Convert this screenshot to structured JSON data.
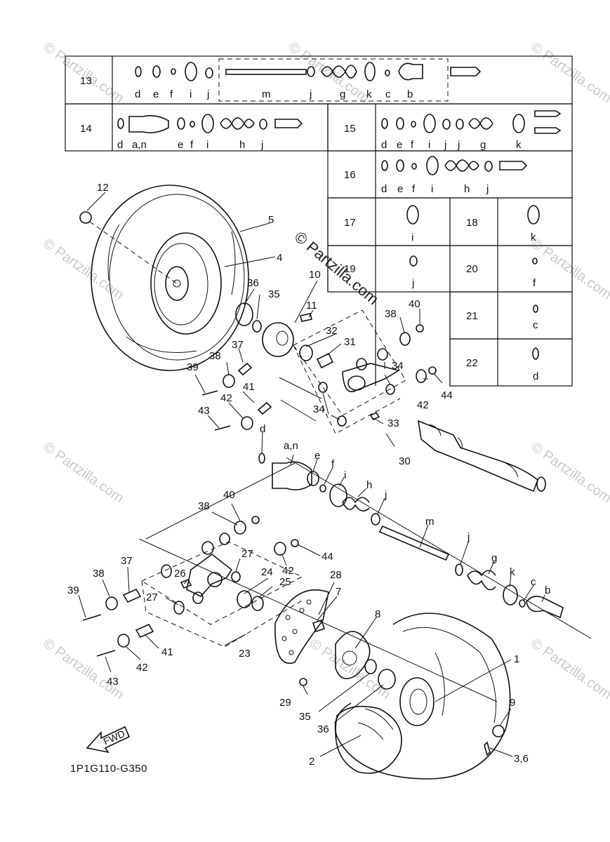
{
  "diagram_code": "1P1G110-G350",
  "fwd_label": "FWD",
  "watermark": {
    "main": "© Partzilla.com",
    "repeat": "© Partzilla.com"
  },
  "kit_table": [
    {
      "kit": "13",
      "parts": [
        "d",
        "e",
        "f",
        "i",
        "j",
        "m",
        "j",
        "g",
        "k",
        "c",
        "b"
      ]
    },
    {
      "kit": "14",
      "parts": [
        "d",
        "a,n",
        "e",
        "f",
        "i",
        "h",
        "j"
      ]
    },
    {
      "kit": "15",
      "parts": [
        "d",
        "e",
        "f",
        "i",
        "j",
        "j",
        "g",
        "k"
      ]
    },
    {
      "kit": "16",
      "parts": [
        "d",
        "e",
        "f",
        "i",
        "h",
        "j"
      ]
    },
    {
      "kit": "17",
      "parts": [
        "i"
      ]
    },
    {
      "kit": "18",
      "parts": [
        "k"
      ]
    },
    {
      "kit": "19",
      "parts": [
        "j"
      ]
    },
    {
      "kit": "20",
      "parts": [
        "f"
      ]
    },
    {
      "kit": "21",
      "parts": [
        "c"
      ]
    },
    {
      "kit": "22",
      "parts": [
        "d"
      ]
    }
  ],
  "callouts": {
    "n1": "1",
    "n2": "2",
    "n3_6": "3,6",
    "n4": "4",
    "n5": "5",
    "n7": "7",
    "n8": "8",
    "n9": "9",
    "n10": "10",
    "n11": "11",
    "n12": "12",
    "n23": "23",
    "n24": "24",
    "n25": "25",
    "n26": "26",
    "n27a": "27",
    "n27b": "27",
    "n28": "28",
    "n29": "29",
    "n30": "30",
    "n31": "31",
    "n32": "32",
    "n33": "33",
    "n34a": "34",
    "n34b": "34",
    "n35a": "35",
    "n35b": "35",
    "n36a": "36",
    "n36b": "36",
    "n37a": "37",
    "n37b": "37",
    "n38a": "38",
    "n38b": "38",
    "n38c": "38",
    "n38d": "38",
    "n39a": "39",
    "n39b": "39",
    "n40a": "40",
    "n40b": "40",
    "n41a": "41",
    "n41b": "41",
    "n42a": "42",
    "n42b": "42",
    "n42c": "42",
    "n42d": "42",
    "n43a": "43",
    "n43b": "43",
    "n44a": "44",
    "n44b": "44",
    "la_n": "a,n",
    "ld": "d",
    "le": "e",
    "lf": "f",
    "li": "i",
    "lh": "h",
    "lj": "j",
    "lm": "m",
    "lj2": "j",
    "lg": "g",
    "lk": "k",
    "lc": "c",
    "lb": "b"
  }
}
